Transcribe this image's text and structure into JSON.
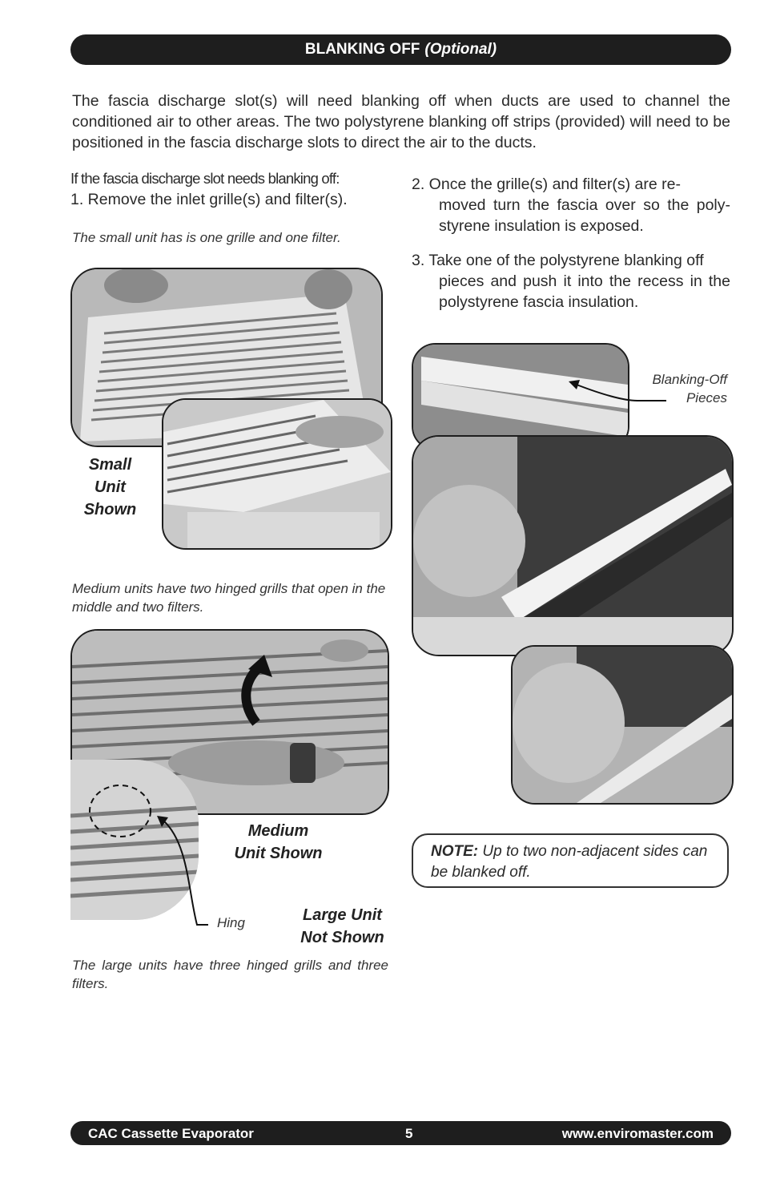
{
  "header": {
    "title": "BLANKING OFF",
    "subtitle": "(Optional)"
  },
  "intro": "The fascia discharge slot(s) will need blanking off when ducts are used to channel the conditioned air to other areas. The two polystyrene blanking off strips (provided) will need to be positioned in the fascia discharge slots to direct the air to the ducts.",
  "left": {
    "lead": "If the fascia discharge slot needs blanking off:",
    "step1": "1. Remove the inlet grille(s) and filter(s).",
    "caption_small": "The small unit has is one grille and one filter.",
    "label_small": [
      "Small",
      "Unit",
      "Shown"
    ],
    "caption_medium": "Medium units have two hinged grills  that open in the middle and two filters.",
    "label_medium": [
      "Medium",
      "Unit Shown"
    ],
    "label_hinge": "Hing",
    "label_large": [
      "Large Unit",
      "Not Shown"
    ],
    "caption_large": "The large units have three hinged grills and three filters."
  },
  "right": {
    "step2_first": "2. Once the grille(s) and filter(s) are re-",
    "step2_rest": "moved turn the fascia over so the poly-styrene insulation is exposed.",
    "step3_first": "3. Take one of the polystyrene blanking  off",
    "step3_rest": "pieces and push it into the recess in the polystyrene fascia insulation.",
    "label_pieces": [
      "Blanking-Off",
      "Pieces"
    ],
    "note_label": "NOTE:",
    "note_text": "Up to two non-adjacent sides can be blanked off."
  },
  "footer": {
    "left": "CAC Cassette Evaporator",
    "page": "5",
    "right": "www.enviromaster.com"
  }
}
